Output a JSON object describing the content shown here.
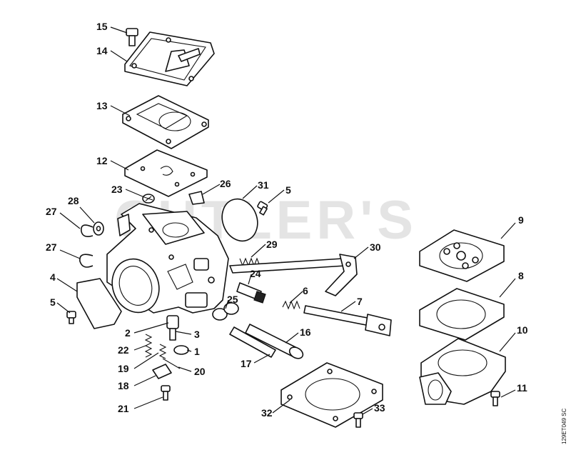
{
  "watermark": "CUTLER'S",
  "drawing_code": "129ET049 SC",
  "labels": [
    "15",
    "14",
    "13",
    "12",
    "23",
    "26",
    "31",
    "5",
    "28",
    "27",
    "27",
    "29",
    "30",
    "4",
    "24",
    "6",
    "7",
    "5",
    "25",
    "2",
    "3",
    "16",
    "22",
    "1",
    "19",
    "20",
    "18",
    "17",
    "21",
    "9",
    "8",
    "10",
    "11",
    "32",
    "33"
  ]
}
